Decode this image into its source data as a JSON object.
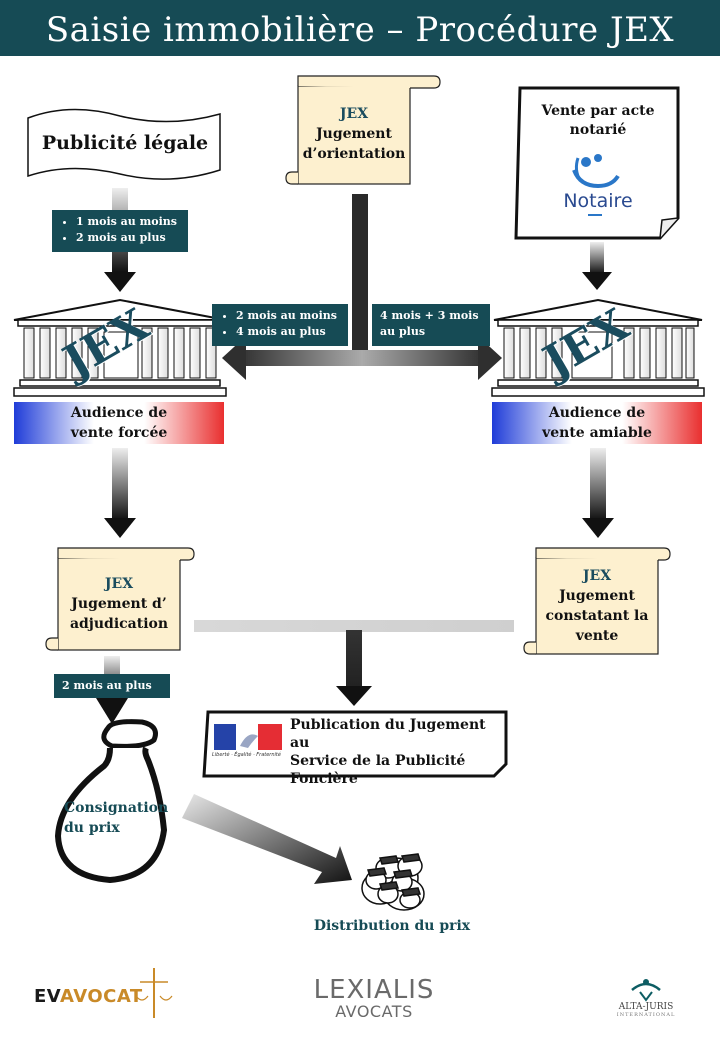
{
  "header": {
    "title": "Saisie immobilière – Procédure JEX"
  },
  "top": {
    "publicite_legale": "Publicité légale",
    "jex_orientation": {
      "title": "JEX",
      "line1": "Jugement",
      "line2": "d’orientation"
    },
    "vente_notaire": {
      "line1": "Vente par acte",
      "line2": "notarié",
      "logo_text": "Notaire"
    }
  },
  "delays": {
    "left_top": [
      "1 mois au moins",
      "2 mois au plus"
    ],
    "center_left": [
      "2 mois au moins",
      "4 mois au plus"
    ],
    "center_right": "4 mois + 3 mois au plus",
    "adjudication": "2 mois au plus"
  },
  "courts": {
    "left": {
      "emblem": "JEX",
      "banner_line1": "Audience de",
      "banner_line2": "vente forcée"
    },
    "right": {
      "emblem": "JEX",
      "banner_line1": "Audience de",
      "banner_line2": "vente amiable"
    }
  },
  "judgments": {
    "adjudication": {
      "title": "JEX",
      "line1": "Jugement d’",
      "line2": "adjudication"
    },
    "vente": {
      "title": "JEX",
      "line1": "Jugement",
      "line2": "constatant la",
      "line3": "vente"
    }
  },
  "publication": {
    "line1": "Publication du Jugement au",
    "line2": "Service de la Publicité",
    "line3": "Foncière",
    "marianne_caption": "Liberté · Égalité · Fraternité"
  },
  "consignation": {
    "line1": "Consignation",
    "line2": "du prix"
  },
  "distribution": {
    "label": "Distribution du prix"
  },
  "logos": {
    "ev_avocat": {
      "part1": "EV",
      "part2": "AVOCAT"
    },
    "lexialis": {
      "line1": "LEXIALIS",
      "line2": "AVOCATS"
    },
    "alta_juris": {
      "line1": "ALTA-JURIS",
      "line2": "INTERNATIONAL"
    }
  },
  "colors": {
    "header": "#164b55",
    "jex_text": "#1a4c5e",
    "red": "#e92f2f",
    "blue": "#1f3cd8"
  }
}
